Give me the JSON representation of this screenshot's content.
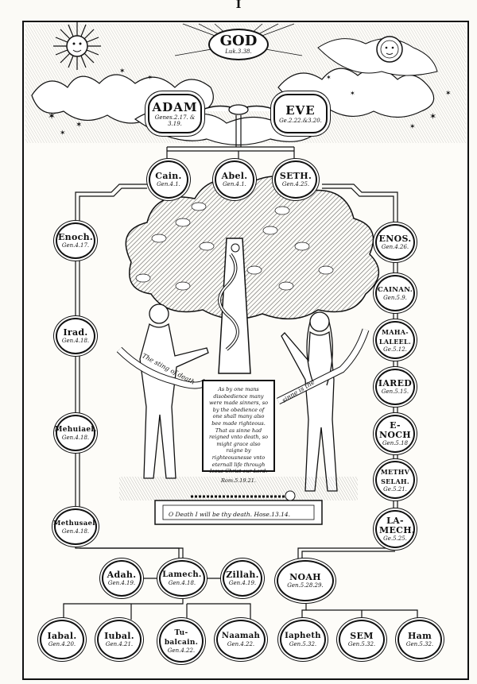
{
  "page_number": "I",
  "top": {
    "god": {
      "name": "GOD",
      "ref": "Luk.3.38."
    },
    "adam": {
      "name": "ADAM",
      "ref": "Genes.2.17. & 3.19."
    },
    "eve": {
      "name": "EVE",
      "ref": "Ge.2.22.&3.20."
    }
  },
  "nodes": {
    "cain": {
      "name": "Cain.",
      "ref": "Gen.4.1."
    },
    "abel": {
      "name": "Abel.",
      "ref": "Gen.4.1."
    },
    "seth": {
      "name": "SETH.",
      "ref": "Gen.4.25."
    },
    "enoch": {
      "name": "Enoch.",
      "ref": "Gen.4.17."
    },
    "irad": {
      "name": "Irad.",
      "ref": "Gen.4.18."
    },
    "mehuiael": {
      "name": "Mehuiael.",
      "ref": "Gen.4.18."
    },
    "methusael": {
      "name": "Methusael.",
      "ref": "Gen.4.18."
    },
    "enos": {
      "name": "ENOS.",
      "ref": "Gen.4.26."
    },
    "cainan": {
      "name": "CAINAN.",
      "ref": "Gen.5.9."
    },
    "mahalaleel": {
      "name": "MAHA-LALEEL.",
      "ref": "Ge.5.12."
    },
    "iared": {
      "name": "IARED",
      "ref": "Gen.5.15."
    },
    "enoch2": {
      "name": "E-NOCH",
      "ref": "Gen.5.18"
    },
    "methuselah": {
      "name": "METHV SELAH.",
      "ref": "Ge.5.21."
    },
    "lamech2": {
      "name": "LA-MECH.",
      "ref": "Ge.5.25."
    },
    "adah": {
      "name": "Adah.",
      "ref": "Gen.4.19."
    },
    "lamech": {
      "name": "Lamech.",
      "ref": "Gen.4.18."
    },
    "zillah": {
      "name": "Zillah.",
      "ref": "Gen.4.19."
    },
    "noah": {
      "name": "NOAH",
      "ref": "Gen.5.28.29."
    },
    "iabal": {
      "name": "Iabal.",
      "ref": "Gen.4.20."
    },
    "iubal": {
      "name": "Iubal.",
      "ref": "Gen.4.21."
    },
    "tubalcain": {
      "name": "Tu-balcain.",
      "ref": "Gen.4.22."
    },
    "naamah": {
      "name": "Naamah",
      "ref": "Gen.4.22."
    },
    "iapheth": {
      "name": "Iapheth",
      "ref": "Gen.5.32."
    },
    "sem": {
      "name": "SEM",
      "ref": "Gen.5.32."
    },
    "ham": {
      "name": "Ham",
      "ref": "Gen.5.32."
    }
  },
  "verse": {
    "text": "As by one mans disobedience many were made sinners, so by the obedience of one shall many also bee made righteous. That as sinne had reigned vnto death, so might grace also raigne by righteousnesse vnto eternall life through Iesus Christ our Lord.",
    "ref": "Rom.5.19.21."
  },
  "banners": {
    "sting": "The sting of death",
    "sinne": "sinne is the",
    "tomb": "O Death I will be thy death. Hose.13.14."
  }
}
